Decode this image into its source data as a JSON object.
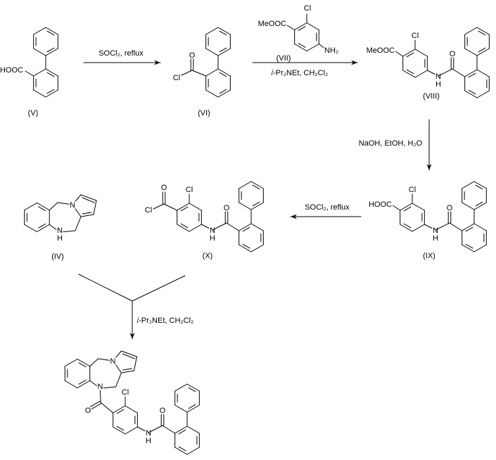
{
  "compounds": {
    "v": {
      "label": "(V)",
      "acid": "HOOC"
    },
    "vi": {
      "label": "(VI)",
      "o": "O",
      "cl": "Cl"
    },
    "vii": {
      "label": "(VII)",
      "ester": "MeOOC",
      "cl": "Cl",
      "nh2": "NH₂"
    },
    "viii": {
      "label": "(VIII)",
      "sub": "MeOOC",
      "cl": "Cl",
      "n": "N",
      "h": "H",
      "o": "O"
    },
    "ix": {
      "label": "(IX)",
      "sub": "HOOC",
      "cl": "Cl",
      "n": "N",
      "h": "H",
      "o": "O"
    },
    "x": {
      "label": "(X)",
      "acyl_o": "O",
      "acyl_cl": "Cl",
      "cl": "Cl",
      "n": "N",
      "h": "H",
      "o": "O"
    },
    "iv": {
      "label": "(IV)",
      "n_pyrrole": "N",
      "n_amine": "N",
      "h": "H"
    },
    "product": {
      "n_pyrrole": "N",
      "n_amine": "N",
      "acyl_o": "O",
      "cl": "Cl",
      "n": "N",
      "h": "H",
      "o": "O"
    }
  },
  "reagents": {
    "step1": {
      "text": "SOCl₂, reflux"
    },
    "step2": {
      "italic": "i",
      "text": "-Pr₂NEt, CH₂Cl₂"
    },
    "step3": {
      "text": "NaOH, EtOH, H₂O"
    },
    "step4": {
      "text": "SOCl₂, reflux"
    },
    "step5": {
      "italic": "i",
      "text": "-Pr₂NEt, CH₂Cl₂"
    }
  }
}
